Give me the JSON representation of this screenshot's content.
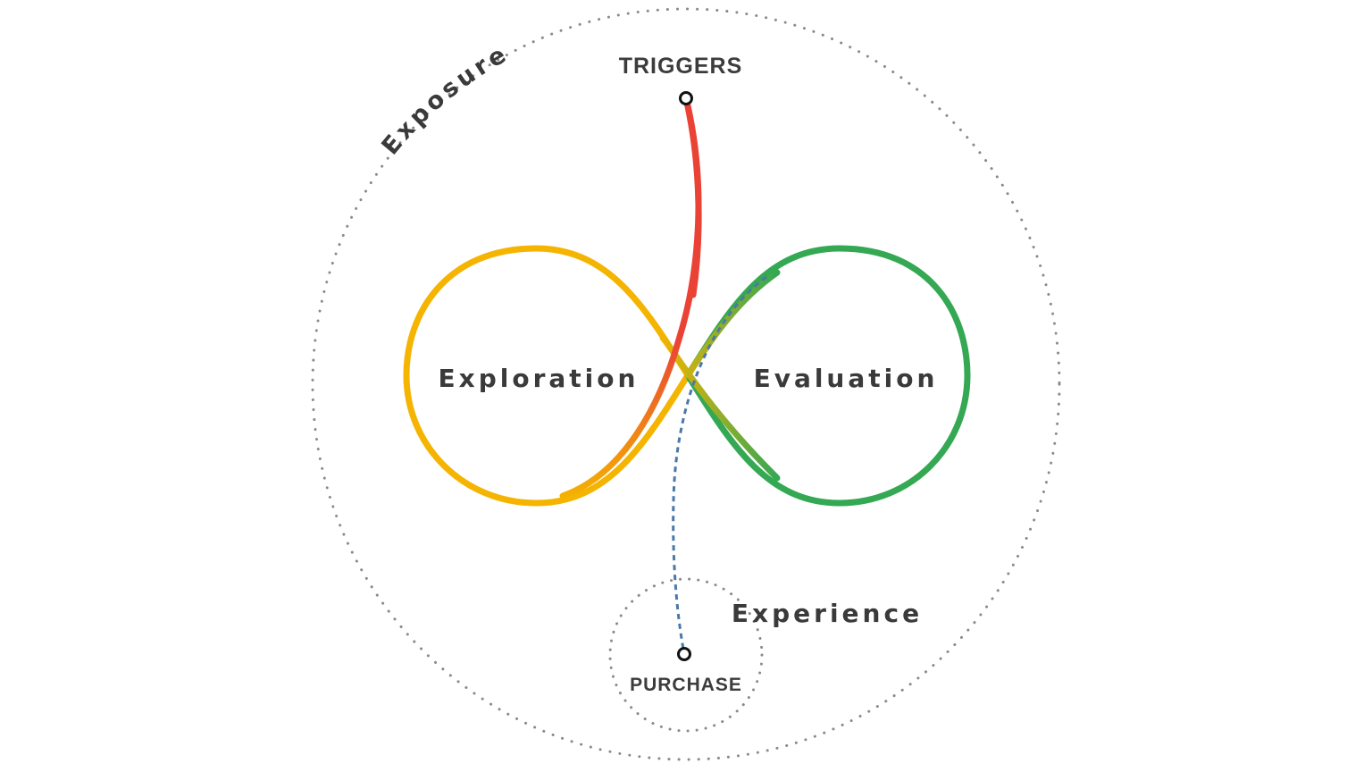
{
  "labels": {
    "exposure": "Exposure",
    "triggers": "TRIGGERS",
    "exploration": "Exploration",
    "evaluation": "Evaluation",
    "experience": "Experience",
    "purchase": "PURCHASE"
  },
  "colors": {
    "exploration_loop": "#F4B400",
    "evaluation_loop": "#34A853",
    "trigger_path": "#EA4335",
    "purchase_path": "#4A78A8",
    "dotted_boundary": "#888888",
    "text": "#3c3c3c"
  }
}
